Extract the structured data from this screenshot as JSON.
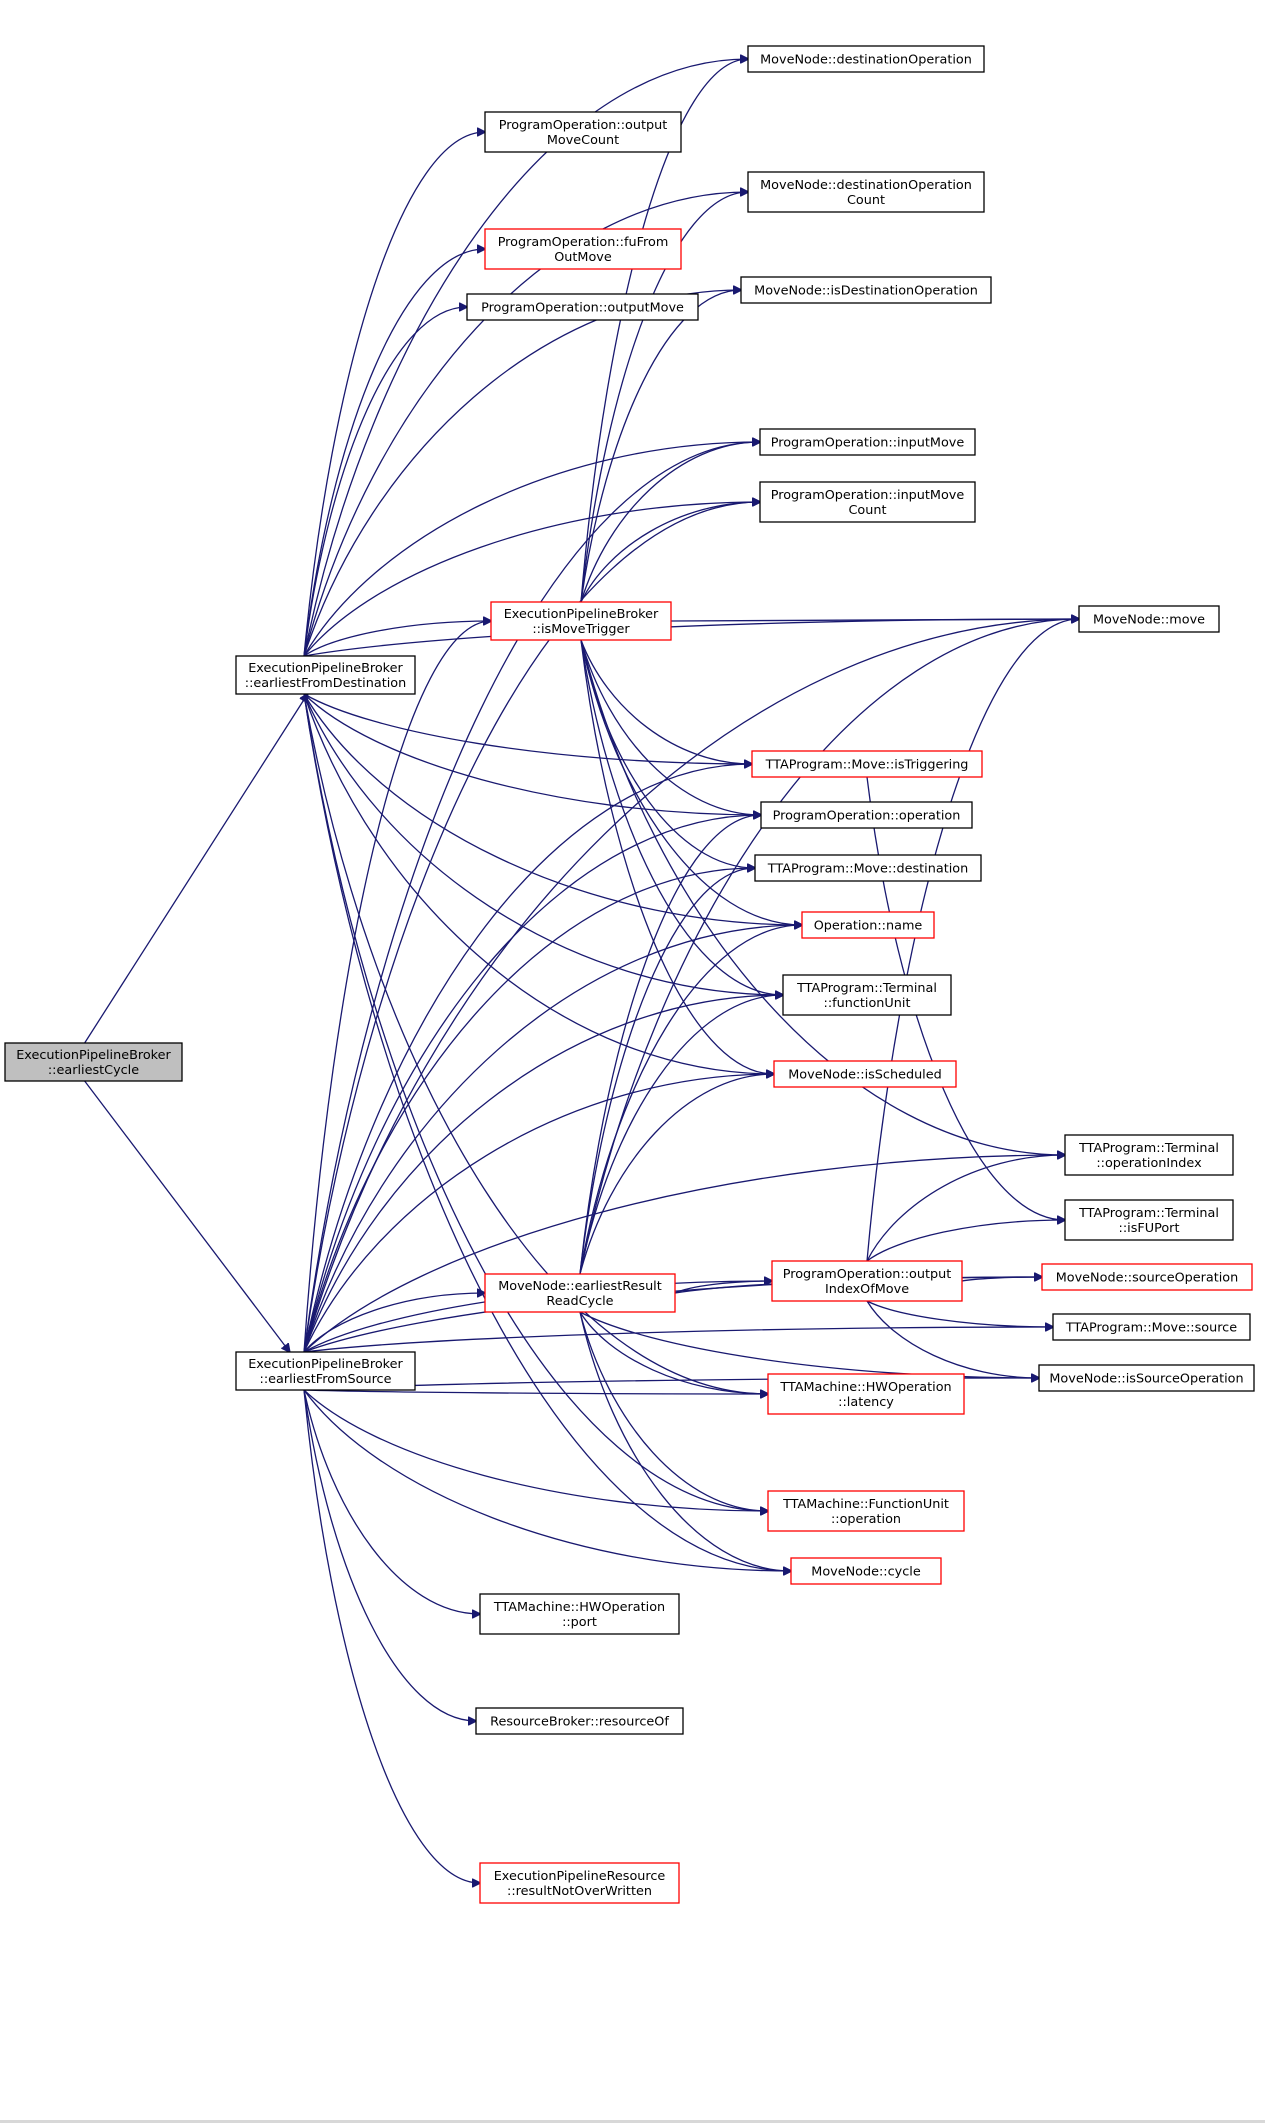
{
  "colors": {
    "edge": "#191970",
    "default_border": "#000000",
    "highlight_border": "#ff0000",
    "root_fill": "#bfbfbf",
    "node_fill": "#ffffff"
  },
  "nodes": [
    {
      "id": "root",
      "lines": [
        "ExecutionPipelineBroker",
        "::earliestCycle"
      ],
      "style": "root"
    },
    {
      "id": "efd",
      "lines": [
        "ExecutionPipelineBroker",
        "::earliestFromDestination"
      ],
      "style": "normal"
    },
    {
      "id": "efs",
      "lines": [
        "ExecutionPipelineBroker",
        "::earliestFromSource"
      ],
      "style": "normal"
    },
    {
      "id": "mn_destop",
      "lines": [
        "MoveNode::destinationOperation"
      ],
      "style": "normal"
    },
    {
      "id": "po_outmovecount",
      "lines": [
        "ProgramOperation::output",
        "MoveCount"
      ],
      "style": "normal"
    },
    {
      "id": "mn_destopcount",
      "lines": [
        "MoveNode::destinationOperation",
        "Count"
      ],
      "style": "normal"
    },
    {
      "id": "po_fufromout",
      "lines": [
        "ProgramOperation::fuFrom",
        "OutMove"
      ],
      "style": "red"
    },
    {
      "id": "mn_isdestop",
      "lines": [
        "MoveNode::isDestinationOperation"
      ],
      "style": "normal"
    },
    {
      "id": "po_outmove",
      "lines": [
        "ProgramOperation::outputMove"
      ],
      "style": "normal"
    },
    {
      "id": "po_inmove",
      "lines": [
        "ProgramOperation::inputMove"
      ],
      "style": "normal"
    },
    {
      "id": "po_inmovecount",
      "lines": [
        "ProgramOperation::inputMove",
        "Count"
      ],
      "style": "normal"
    },
    {
      "id": "epb_ismovetrigger",
      "lines": [
        "ExecutionPipelineBroker",
        "::isMoveTrigger"
      ],
      "style": "red"
    },
    {
      "id": "mn_move",
      "lines": [
        "MoveNode::move"
      ],
      "style": "normal"
    },
    {
      "id": "ttap_istriggering",
      "lines": [
        "TTAProgram::Move::isTriggering"
      ],
      "style": "red"
    },
    {
      "id": "po_operation",
      "lines": [
        "ProgramOperation::operation"
      ],
      "style": "normal"
    },
    {
      "id": "ttap_destination",
      "lines": [
        "TTAProgram::Move::destination"
      ],
      "style": "normal"
    },
    {
      "id": "op_name",
      "lines": [
        "Operation::name"
      ],
      "style": "red"
    },
    {
      "id": "ttat_functionunit",
      "lines": [
        "TTAProgram::Terminal",
        "::functionUnit"
      ],
      "style": "normal"
    },
    {
      "id": "mn_isscheduled",
      "lines": [
        "MoveNode::isScheduled"
      ],
      "style": "red"
    },
    {
      "id": "ttat_opindex",
      "lines": [
        "TTAProgram::Terminal",
        "::operationIndex"
      ],
      "style": "normal"
    },
    {
      "id": "ttat_isfuport",
      "lines": [
        "TTAProgram::Terminal",
        "::isFUPort"
      ],
      "style": "normal"
    },
    {
      "id": "mn_earliestresult",
      "lines": [
        "MoveNode::earliestResult",
        "ReadCycle"
      ],
      "style": "red"
    },
    {
      "id": "po_outindex",
      "lines": [
        "ProgramOperation::output",
        "IndexOfMove"
      ],
      "style": "red"
    },
    {
      "id": "mn_sourceop",
      "lines": [
        "MoveNode::sourceOperation"
      ],
      "style": "red"
    },
    {
      "id": "ttap_source",
      "lines": [
        "TTAProgram::Move::source"
      ],
      "style": "normal"
    },
    {
      "id": "mn_issourceop",
      "lines": [
        "MoveNode::isSourceOperation"
      ],
      "style": "normal"
    },
    {
      "id": "ttam_hwop_latency",
      "lines": [
        "TTAMachine::HWOperation",
        "::latency"
      ],
      "style": "red"
    },
    {
      "id": "ttam_fu_operation",
      "lines": [
        "TTAMachine::FunctionUnit",
        "::operation"
      ],
      "style": "red"
    },
    {
      "id": "mn_cycle",
      "lines": [
        "MoveNode::cycle"
      ],
      "style": "red"
    },
    {
      "id": "ttam_hwop_port",
      "lines": [
        "TTAMachine::HWOperation",
        "::port"
      ],
      "style": "normal"
    },
    {
      "id": "rb_resourceof",
      "lines": [
        "ResourceBroker::resourceOf"
      ],
      "style": "normal"
    },
    {
      "id": "epr_resultnotoverwritten",
      "lines": [
        "ExecutionPipelineResource",
        "::resultNotOverWritten"
      ],
      "style": "red"
    }
  ],
  "edges": [
    [
      "root",
      "efd"
    ],
    [
      "root",
      "efs"
    ],
    [
      "efd",
      "mn_destop"
    ],
    [
      "efd",
      "po_outmovecount"
    ],
    [
      "efd",
      "mn_destopcount"
    ],
    [
      "efd",
      "po_fufromout"
    ],
    [
      "efd",
      "mn_isdestop"
    ],
    [
      "efd",
      "po_outmove"
    ],
    [
      "efd",
      "po_inmove"
    ],
    [
      "efd",
      "po_inmovecount"
    ],
    [
      "efd",
      "epb_ismovetrigger"
    ],
    [
      "efd",
      "mn_move"
    ],
    [
      "efd",
      "ttap_istriggering"
    ],
    [
      "efd",
      "po_operation"
    ],
    [
      "efd",
      "op_name"
    ],
    [
      "efd",
      "ttat_functionunit"
    ],
    [
      "efd",
      "mn_isscheduled"
    ],
    [
      "efd",
      "ttam_hwop_latency"
    ],
    [
      "efd",
      "ttam_fu_operation"
    ],
    [
      "efd",
      "mn_cycle"
    ],
    [
      "epb_ismovetrigger",
      "mn_destop"
    ],
    [
      "epb_ismovetrigger",
      "mn_destopcount"
    ],
    [
      "epb_ismovetrigger",
      "mn_isdestop"
    ],
    [
      "epb_ismovetrigger",
      "po_inmove"
    ],
    [
      "epb_ismovetrigger",
      "po_inmovecount"
    ],
    [
      "epb_ismovetrigger",
      "mn_move"
    ],
    [
      "epb_ismovetrigger",
      "ttap_istriggering"
    ],
    [
      "epb_ismovetrigger",
      "po_operation"
    ],
    [
      "epb_ismovetrigger",
      "ttap_destination"
    ],
    [
      "epb_ismovetrigger",
      "op_name"
    ],
    [
      "epb_ismovetrigger",
      "ttat_functionunit"
    ],
    [
      "epb_ismovetrigger",
      "mn_isscheduled"
    ],
    [
      "epb_ismovetrigger",
      "ttat_opindex"
    ],
    [
      "ttap_istriggering",
      "ttat_isfuport"
    ],
    [
      "efs",
      "mn_inmove_dummy"
    ],
    [
      "efs",
      "po_inmove"
    ],
    [
      "efs",
      "po_inmovecount"
    ],
    [
      "efs",
      "epb_ismovetrigger"
    ],
    [
      "efs",
      "ttap_istriggering"
    ],
    [
      "efs",
      "po_operation"
    ],
    [
      "efs",
      "ttap_destination"
    ],
    [
      "efs",
      "op_name"
    ],
    [
      "efs",
      "ttat_functionunit"
    ],
    [
      "efs",
      "mn_isscheduled"
    ],
    [
      "efs",
      "mn_earliestresult"
    ],
    [
      "efs",
      "po_outindex"
    ],
    [
      "efs",
      "ttam_hwop_latency"
    ],
    [
      "efs",
      "ttam_fu_operation"
    ],
    [
      "efs",
      "mn_cycle"
    ],
    [
      "efs",
      "ttam_hwop_port"
    ],
    [
      "efs",
      "rb_resourceof"
    ],
    [
      "efs",
      "epr_resultnotoverwritten"
    ],
    [
      "efs",
      "mn_sourceop"
    ],
    [
      "efs",
      "ttap_source"
    ],
    [
      "efs",
      "mn_issourceop"
    ],
    [
      "efs",
      "ttat_opindex"
    ],
    [
      "efs",
      "mn_move"
    ],
    [
      "mn_earliestresult",
      "po_operation"
    ],
    [
      "mn_earliestresult",
      "ttap_destination"
    ],
    [
      "mn_earliestresult",
      "op_name"
    ],
    [
      "mn_earliestresult",
      "ttat_functionunit"
    ],
    [
      "mn_earliestresult",
      "mn_isscheduled"
    ],
    [
      "mn_earliestresult",
      "po_outindex"
    ],
    [
      "mn_earliestresult",
      "mn_sourceop"
    ],
    [
      "mn_earliestresult",
      "mn_issourceop"
    ],
    [
      "mn_earliestresult",
      "ttam_hwop_latency"
    ],
    [
      "mn_earliestresult",
      "ttam_fu_operation"
    ],
    [
      "mn_earliestresult",
      "mn_cycle"
    ],
    [
      "mn_earliestresult",
      "mn_move"
    ],
    [
      "po_outindex",
      "mn_move"
    ],
    [
      "po_outindex",
      "ttat_opindex"
    ],
    [
      "po_outindex",
      "ttat_isfuport"
    ],
    [
      "po_outindex",
      "mn_sourceop"
    ],
    [
      "po_outindex",
      "ttap_source"
    ],
    [
      "po_outindex",
      "mn_issourceop"
    ]
  ]
}
